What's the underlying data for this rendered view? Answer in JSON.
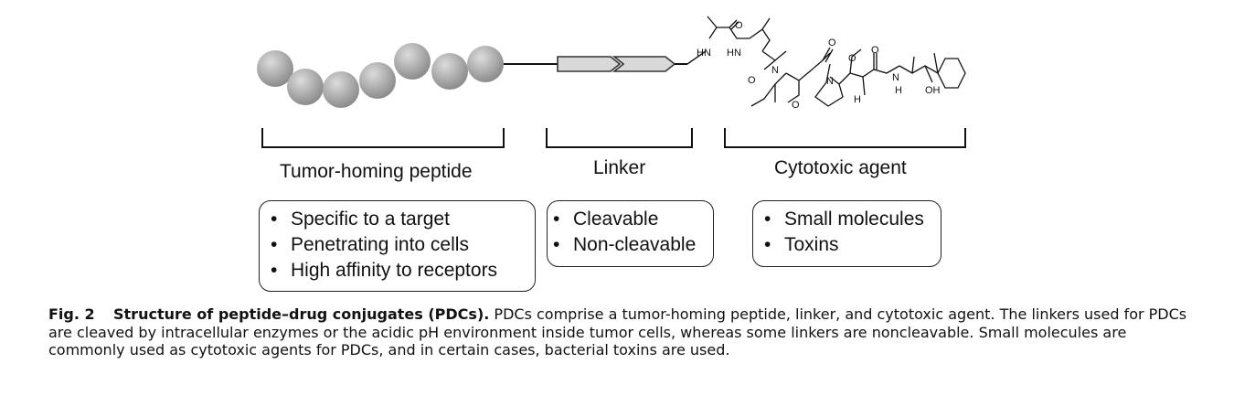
{
  "sections": [
    {
      "label": "Tumor-homing peptide",
      "items": [
        "Specific to a target",
        "Penetrating into cells",
        "High affinity to receptors"
      ]
    },
    {
      "label": "Linker",
      "items": [
        "Cleavable",
        "Non-cleavable"
      ]
    },
    {
      "label": "Cytotoxic agent",
      "items": [
        "Small molecules",
        "Toxins"
      ]
    }
  ],
  "bullet_glyph": "•",
  "caption": {
    "fig_label": "Fig. 2",
    "title": "Structure of peptide–drug conjugates (PDCs).",
    "body": "PDCs comprise a tumor-homing peptide, linker, and cytotoxic agent. The linkers used for PDCs are cleaved by intracellular enzymes or the acidic pH environment inside tumor cells, whereas some linkers are noncleavable. Small molecules are commonly used as cytotoxic agents for PDCs, and in certain cases, bacterial toxins are used."
  },
  "molecule_atoms": [
    "HN",
    "HN",
    "O",
    "N",
    "O",
    "O",
    "O",
    "N",
    "O",
    "H",
    "O",
    "N",
    "H",
    "OH"
  ],
  "colors": {
    "bead_light": "#d2d2d2",
    "bead_dark": "#8e8e8e",
    "linker_fill": "#d9d9d9",
    "line": "#111111"
  }
}
